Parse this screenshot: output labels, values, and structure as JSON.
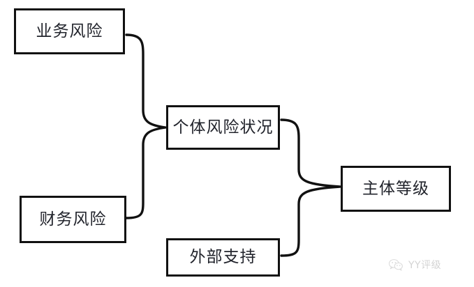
{
  "diagram": {
    "type": "flowchart",
    "orientation": "left-to-right",
    "background_color": "#ffffff",
    "border_color": "#111111",
    "text_color": "#22242c",
    "nodes": [
      {
        "id": "business",
        "label": "业务风险",
        "column": 1
      },
      {
        "id": "financial",
        "label": "财务风险",
        "column": 1
      },
      {
        "id": "individual",
        "label": "个体风险状况",
        "column": 2
      },
      {
        "id": "external",
        "label": "外部支持",
        "column": 2
      },
      {
        "id": "entity",
        "label": "主体等级",
        "column": 3
      }
    ],
    "connectors": [
      {
        "id": "brace-left",
        "style": "curly-brace",
        "inputs": [
          "business",
          "financial"
        ],
        "output": "individual"
      },
      {
        "id": "brace-right",
        "style": "curly-brace",
        "inputs": [
          "individual",
          "external"
        ],
        "output": "entity"
      }
    ]
  },
  "watermark": {
    "text": "YY评级",
    "icon": "wechat-logo-icon",
    "color": "#6f6f6f"
  }
}
